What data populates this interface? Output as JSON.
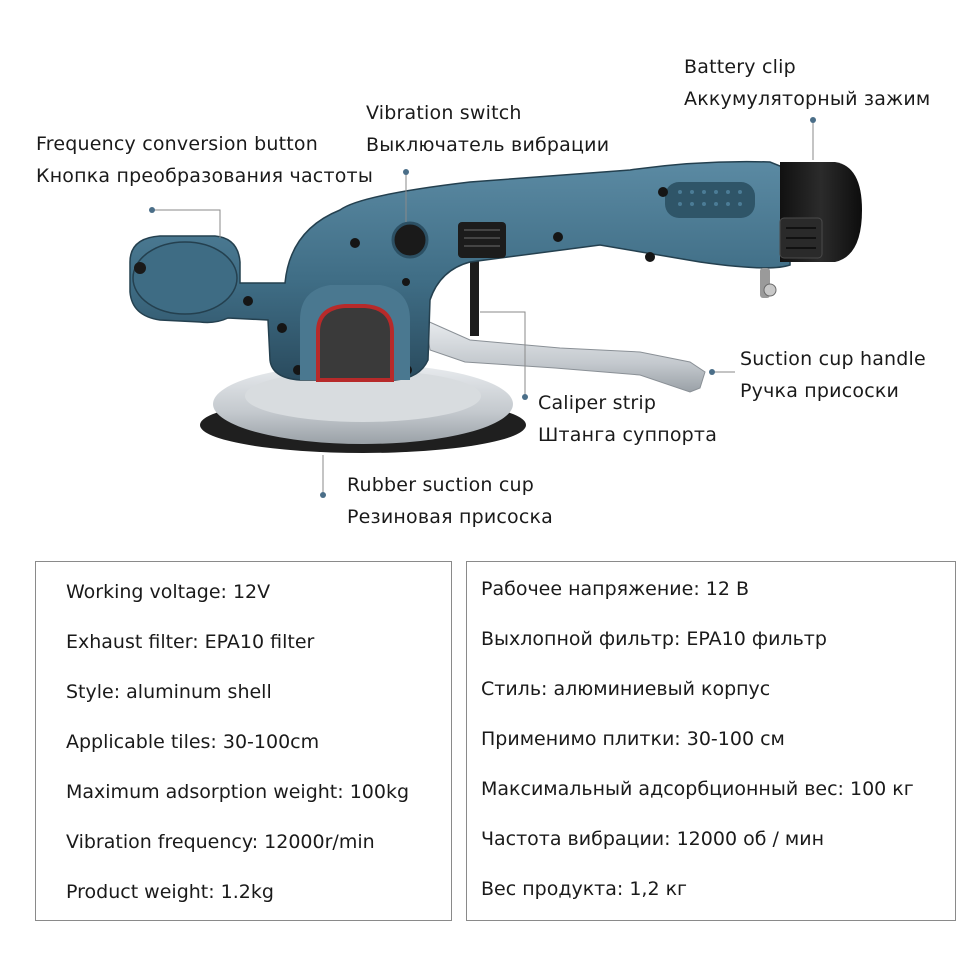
{
  "callouts": {
    "battery_clip": {
      "en": "Battery clip",
      "ru": "Аккумуляторный зажим"
    },
    "vibration_switch": {
      "en": "Vibration switch",
      "ru": "Выключатель вибрации"
    },
    "frequency_button": {
      "en": "Frequency conversion button",
      "ru": "Кнопка преобразования частоты"
    },
    "suction_cup_handle": {
      "en": "Suction cup handle",
      "ru": "Ручка присоски"
    },
    "caliper_strip": {
      "en": "Caliper strip",
      "ru": "Штанга суппорта"
    },
    "rubber_suction_cup": {
      "en": "Rubber suction cup",
      "ru": "Резиновая присоска"
    }
  },
  "specs_en": [
    "Working voltage: 12V",
    "Exhaust filter: EPA10 filter",
    "Style: aluminum shell",
    "Applicable tiles: 30-100cm",
    "Maximum adsorption weight: 100kg",
    "Vibration frequency: 12000r/min",
    "Product weight: 1.2kg"
  ],
  "specs_ru": [
    "Рабочее напряжение: 12 В",
    "Выхлопной фильтр: EPA10 фильтр",
    "Стиль: алюминиевый корпус",
    "Применимо плитки: 30-100 см",
    "Максимальный адсорбционный вес: 100 кг",
    "Частота вибрации: 12000 об / мин",
    "Вес продукта: 1,2 кг"
  ],
  "colors": {
    "tool_body": "#3f6d85",
    "tool_dark": "#2c5064",
    "battery": "#1c1c1c",
    "aluminum": "#c9cdd1",
    "rubber": "#222222",
    "accent_red": "#b72a2a",
    "leader": "#8a8a8a"
  }
}
